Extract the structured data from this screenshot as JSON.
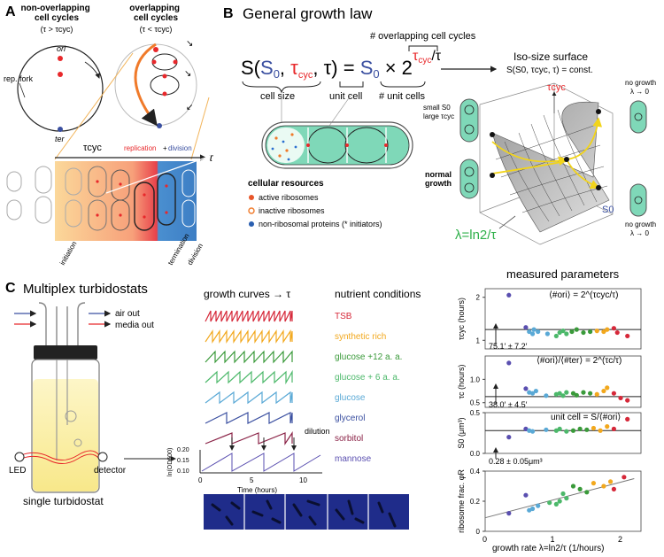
{
  "panelA": {
    "letter": "A",
    "nonoverlap_title": "non-overlapping\ncell cycles",
    "nonoverlap_cond": "(τ > τcyc)",
    "overlap_title": "overlapping\ncell cycles",
    "overlap_cond": "(τ < τcyc)",
    "rep_fork": "rep. fork",
    "ori": "ori",
    "ter": "ter",
    "tau_cyc": "τcyc",
    "replication": "replication",
    "plus": "+",
    "division": "division",
    "tau": "τ",
    "stage_initiation": "initiation",
    "stage_termination": "termination",
    "stage_division": "division"
  },
  "panelB": {
    "letter": "B",
    "title": "General growth law",
    "overlapping_label": "# overlapping cell cycles",
    "cell_size": "cell size",
    "unit_cell": "unit cell",
    "unit_cells": "# unit cells",
    "iso_size_title": "Iso-size surface",
    "iso_size_formula": "S(S0, τcyc, τ) = const.",
    "small_s0": "small S0",
    "large_tcyc": "large τcyc",
    "normal_growth": "normal\ngrowth",
    "no_growth_top": "no growth\nλ → 0",
    "no_growth_bottom": "no growth\nλ → 0",
    "lambda_formula": "λ=ln2/τ",
    "axis_tcyc": "τcyc",
    "axis_s0": "S0",
    "resources_title": "cellular resources",
    "legend_active": "active ribosomes",
    "legend_inactive": "inactive ribosomes",
    "legend_nonribo": "non-ribosomal proteins (* initiators)",
    "colors": {
      "red": "#e8282b",
      "blue": "#3a4fa0",
      "green": "#78d6b4",
      "yellow": "#f2e13a"
    }
  },
  "panelC": {
    "letter": "C",
    "title": "Multiplex turbidostats",
    "air_out": "air out",
    "media_out": "media out",
    "led": "LED",
    "detector": "detector",
    "single_turbidostat": "single turbidostat",
    "growth_curves_title": "growth curves → τ",
    "nutrient_title": "nutrient conditions",
    "conditions": [
      {
        "name": "TSB",
        "color": "#d62839"
      },
      {
        "name": "synthetic rich",
        "color": "#f2a81d"
      },
      {
        "name": "glucose +12 a. a.",
        "color": "#3a9a3a"
      },
      {
        "name": "glucose + 6 a. a.",
        "color": "#4cb86a"
      },
      {
        "name": "glucose",
        "color": "#5aa9d6"
      },
      {
        "name": "glycerol",
        "color": "#3a4fa0"
      },
      {
        "name": "sorbitol",
        "color": "#8a2246"
      },
      {
        "name": "mannose",
        "color": "#5a4fb0"
      }
    ],
    "dilution": "dilution",
    "ylabel_od": "ln(OD600)",
    "y_ticks": [
      "0.20",
      "0.15",
      "0.10"
    ],
    "x_ticks": [
      "0",
      "5",
      "10"
    ],
    "time_label": "Time (hours)"
  },
  "measured": {
    "title": "measured parameters",
    "eq1": "⟨#ori⟩ = 2^(τcyc/τ)",
    "eq2": "⟨#ori⟩/⟨#ter⟩ = 2^(τc/τ)",
    "eq3": "unit cell = S/⟨#ori⟩",
    "ann1": "75.1′ ± 7.2′",
    "ann2": "38.0′ ± 4.5′",
    "ann3": "0.28 ± 0.05μm³",
    "ylabels": [
      "τcyc (hours)",
      "τc (hours)",
      "S0 (μm³)",
      "ribosome frac. φR"
    ],
    "xlabel": "growth rate λ=ln2/τ (1/hours)",
    "x_ticks": [
      "0",
      "1",
      "2"
    ],
    "p1_ticks": [
      "2",
      "1"
    ],
    "p2_ticks": [
      "1.0",
      "0.5"
    ],
    "p3_ticks": [
      "0.5",
      "0.0"
    ],
    "p4_ticks": [
      "0.4",
      "0.2",
      "0"
    ]
  },
  "chart_data": [
    {
      "type": "scatter",
      "title": "",
      "ylabel": "τcyc (hours)",
      "ylim": [
        0.8,
        2.2
      ],
      "x": [
        0.35,
        0.6,
        0.65,
        0.7,
        0.72,
        0.78,
        0.92,
        1.05,
        1.1,
        1.15,
        1.2,
        1.28,
        1.35,
        1.45,
        1.55,
        1.65,
        1.75,
        1.8,
        1.9,
        1.95,
        2.1
      ],
      "y": [
        2.05,
        1.3,
        1.2,
        1.15,
        1.25,
        1.2,
        1.15,
        1.1,
        1.18,
        1.22,
        1.15,
        1.2,
        1.25,
        1.18,
        1.2,
        1.22,
        1.2,
        1.25,
        1.28,
        1.18,
        1.1
      ],
      "hline": 1.25
    },
    {
      "type": "scatter",
      "title": "",
      "ylabel": "τc (hours)",
      "ylim": [
        0.4,
        1.5
      ],
      "x": [
        0.35,
        0.6,
        0.65,
        0.7,
        0.75,
        0.9,
        1.05,
        1.1,
        1.15,
        1.2,
        1.3,
        1.35,
        1.45,
        1.55,
        1.65,
        1.75,
        1.8,
        1.9,
        2.0,
        2.1
      ],
      "y": [
        1.35,
        0.8,
        0.72,
        0.7,
        0.75,
        0.65,
        0.68,
        0.7,
        0.65,
        0.72,
        0.7,
        0.66,
        0.72,
        0.7,
        0.68,
        0.75,
        0.82,
        0.7,
        0.6,
        0.55
      ],
      "hline": 0.63
    },
    {
      "type": "scatter",
      "title": "",
      "ylabel": "S0 (μm³)",
      "ylim": [
        0.0,
        0.5
      ],
      "x": [
        0.35,
        0.6,
        0.65,
        0.7,
        0.9,
        1.05,
        1.1,
        1.2,
        1.3,
        1.4,
        1.5,
        1.6,
        1.7,
        1.8,
        1.9,
        2.1
      ],
      "y": [
        0.2,
        0.3,
        0.28,
        0.27,
        0.29,
        0.28,
        0.3,
        0.27,
        0.28,
        0.3,
        0.29,
        0.31,
        0.28,
        0.33,
        0.3,
        0.42
      ],
      "hline": 0.28
    },
    {
      "type": "scatter",
      "title": "",
      "ylabel": "ribosome frac. φR",
      "ylim": [
        0.0,
        0.4
      ],
      "x": [
        0.35,
        0.6,
        0.65,
        0.7,
        0.78,
        0.95,
        1.05,
        1.1,
        1.15,
        1.2,
        1.3,
        1.4,
        1.5,
        1.6,
        1.75,
        1.85,
        1.9,
        2.05
      ],
      "y": [
        0.12,
        0.24,
        0.14,
        0.15,
        0.17,
        0.19,
        0.18,
        0.2,
        0.25,
        0.22,
        0.3,
        0.28,
        0.26,
        0.32,
        0.3,
        0.33,
        0.28,
        0.36
      ],
      "fit": [
        [
          0,
          0.09
        ],
        [
          2.2,
          0.35
        ]
      ]
    }
  ]
}
